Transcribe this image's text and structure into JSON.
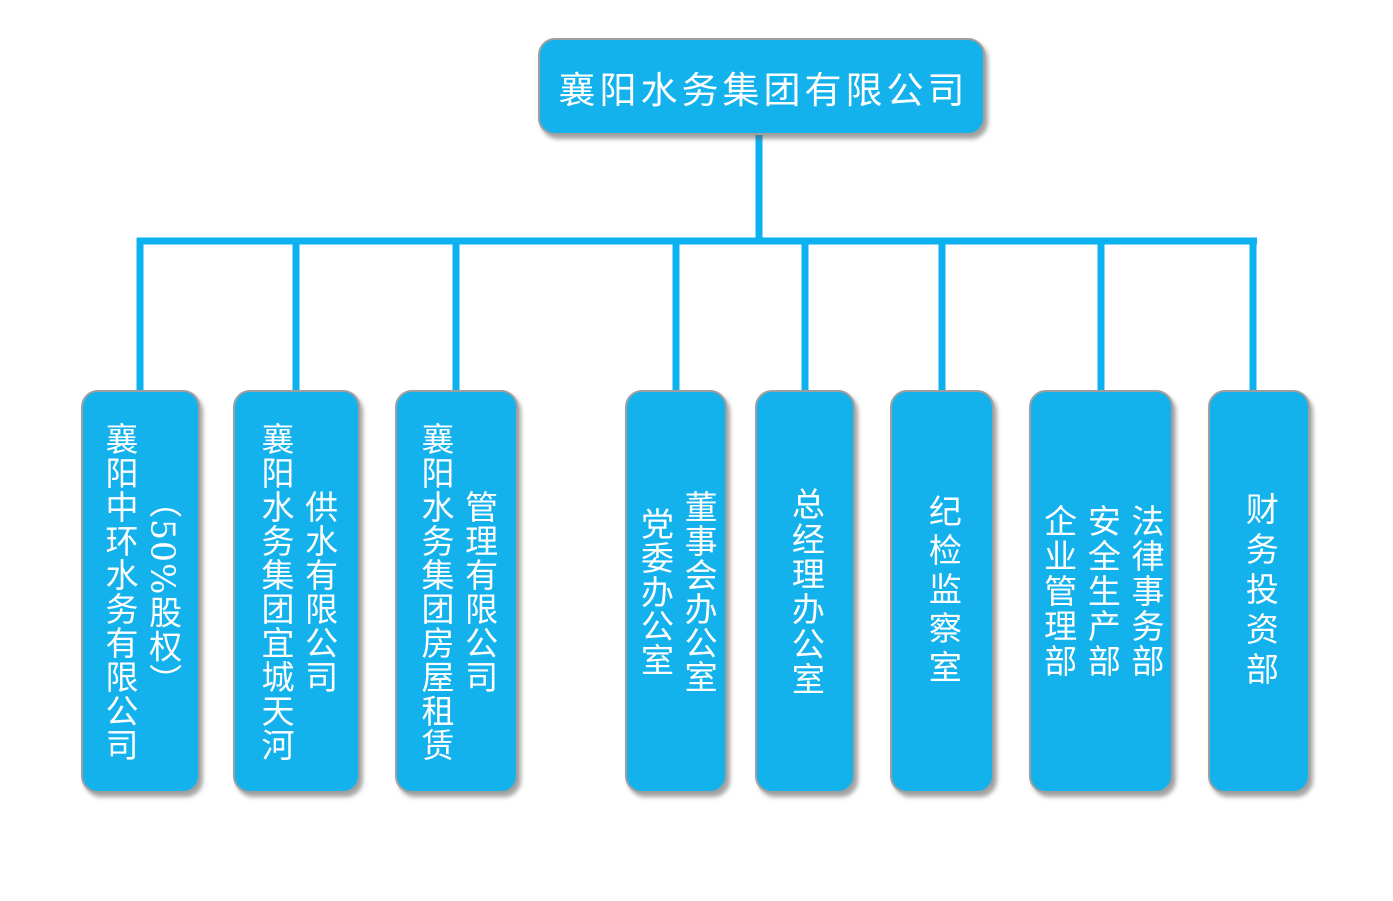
{
  "colors": {
    "node_fill": "#14B2EC",
    "connector_line": "#0CB2EF",
    "node_border": "#9F9F9F",
    "node_text": "#FFFFFF",
    "background": "#FFFFFF"
  },
  "org": {
    "root": {
      "label": "襄阳水务集团有限公司"
    },
    "children": [
      {
        "columns": [
          "襄阳中环水务有限公司",
          "（50%股权）"
        ]
      },
      {
        "columns": [
          "襄阳水务集团宜城天河",
          "供水有限公司"
        ]
      },
      {
        "columns": [
          "襄阳水务集团房屋租赁",
          "管理有限公司"
        ]
      },
      {
        "columns": [
          "党委办公室",
          "董事会办公室"
        ]
      },
      {
        "columns": [
          "总经理办公室"
        ]
      },
      {
        "columns": [
          "纪检监察室"
        ]
      },
      {
        "columns": [
          "企业管理部",
          "安全生产部",
          "法律事务部"
        ]
      },
      {
        "columns": [
          "财务投资部"
        ]
      }
    ]
  }
}
